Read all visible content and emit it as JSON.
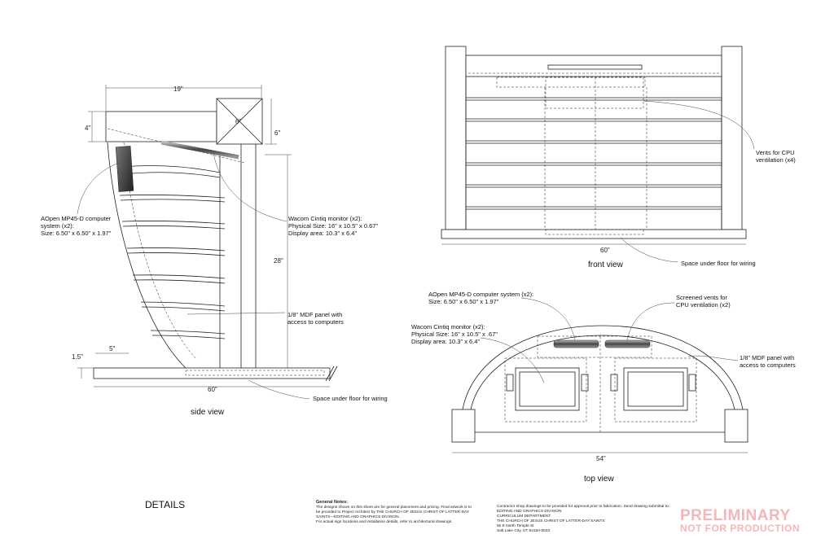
{
  "side_view": {
    "dims": {
      "width_top": "19\"",
      "h_top": "4\"",
      "box": "6\"",
      "h_box": "6\"",
      "height": "28\"",
      "base_h": "1.5\"",
      "inset": "5\"",
      "base_w": "60\""
    },
    "callouts": {
      "computer": [
        "AOpen MP45-D computer",
        "system (x2):",
        "Size: 6.50\" x 6.50\" x 1.97\""
      ],
      "monitor": [
        "Wacom Cintiq monitor (x2):",
        "Physical Size: 16\" x 10.5\" x 0.67\"",
        "Display area: 10.3\" x 6.4\""
      ],
      "panel": [
        "1/8\" MDF panel with",
        "access to computers"
      ],
      "floor": "Space under floor for wiring"
    },
    "label": "side view"
  },
  "front_view": {
    "dims": {
      "width": "60\""
    },
    "callouts": {
      "vents": [
        "Vents for CPU",
        "ventilation (x4)"
      ],
      "floor": "Space under floor for wiring"
    },
    "label": "front view"
  },
  "top_view": {
    "dims": {
      "width": "54\""
    },
    "callouts": {
      "computer": [
        "AOpen MP45-D computer system (x2):",
        "Size: 6.50\" x 6.50\" x 1.97\""
      ],
      "vents": [
        "Screened vents for",
        "CPU ventilation (x2)"
      ],
      "monitor": [
        "Wacom Cintiq monitor (x2):",
        "Physical Size: 16\" x 10.5\" x .67\"",
        "Display area: 10.3\" x 6.4\""
      ],
      "panel": [
        "1/8\" MDF panel with",
        "access to computers"
      ]
    },
    "label": "top view"
  },
  "footer": {
    "title": "DETAILS",
    "general_notes_heading": "General Notes:",
    "general_notes": [
      "The designs shown on this sheet are for general placement and pricing. Final artwork is to",
      "be provided to Project Architect by THE CHURCH OF JESUS CHRIST OF LATTER-DAY",
      "SAINTS—EDITING AND GRAPHICS DIVISION.",
      "For actual sign locations and installation details, refer to architectural drawings."
    ],
    "contractor_notes": [
      "Contractor shop drawings to be provided for approval prior to fabrication. Send drawing submittal to:",
      "EDITING AND GRAPHICS DIVISION",
      "CURRICULUM DEPARTMENT",
      "THE CHURCH OF JESUS CHRIST OF LATTER-DAY SAINTS",
      "50 E North Temple St",
      "Salt Lake City, UT 84150-0023"
    ],
    "stamp": [
      "PRELIMINARY",
      "NOT FOR PRODUCTION"
    ]
  }
}
